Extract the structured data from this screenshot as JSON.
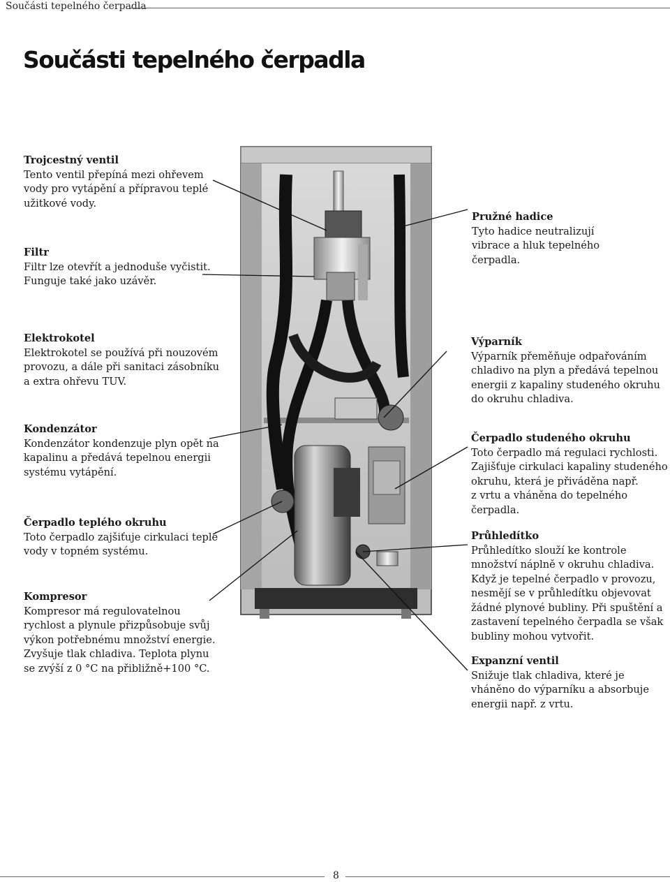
{
  "header": {
    "running_title": "Součásti tepelného čerpadla"
  },
  "page_title": "Součásti tepelného čerpadla",
  "components_left": [
    {
      "title": "Trojcestný ventil",
      "lines": [
        "Tento ventil přepíná mezi ohřevem",
        "vody pro vytápění a přípravou teplé",
        "užitkové vody."
      ]
    },
    {
      "title": "Filtr",
      "lines": [
        "Filtr lze otevřít a jednoduše vyčistit.",
        "Funguje také jako uzávěr."
      ]
    },
    {
      "title": "Elektrokotel",
      "lines": [
        "Elektrokotel se používá při nouzovém",
        "provozu, a dále při sanitaci zásobníku",
        "a extra ohřevu TUV."
      ]
    },
    {
      "title": "Kondenzátor",
      "lines": [
        "Kondenzátor kondenzuje plyn opět na",
        "kapalinu a předává tepelnou energii",
        "systému vytápění."
      ]
    },
    {
      "title": "Čerpadlo teplého okruhu",
      "lines": [
        "Toto čerpadlo zajšiťuje cirkulaci teplé",
        "vody v topném systému."
      ]
    },
    {
      "title": "Kompresor",
      "lines": [
        "Kompresor má regulovatelnou",
        "rychlost a plynule přizpůsobuje svůj",
        "výkon potřebnému množství energie.",
        "Zvyšuje tlak chladiva. Teplota plynu",
        "se zvýší z 0 °C na přibližně+100 °C."
      ]
    }
  ],
  "components_right": [
    {
      "title": "Pružné hadice",
      "lines": [
        "Tyto hadice neutralizují",
        "vibrace a hluk tepelného",
        "čerpadla."
      ]
    },
    {
      "title": "Výparník",
      "lines": [
        "Výparník přeměňuje odpařováním",
        "chladivo na plyn a předává tepelnou",
        "energii z kapaliny studeného okruhu",
        "do okruhu chladiva."
      ]
    },
    {
      "title": "Čerpadlo studeného okruhu",
      "lines": [
        "Toto čerpadlo má regulaci rychlosti.",
        "Zajišťuje cirkulaci kapaliny studeného",
        "okruhu, která je přiváděna např.",
        "z vrtu a vháněna do tepelného",
        "čerpadla."
      ]
    },
    {
      "title": "Průhledítko",
      "lines": [
        "Průhledítko slouží ke kontrole",
        "množství náplně v okruhu chladiva.",
        "Když je tepelné čerpadlo v provozu,",
        "nesmějí se v průhledítku objevovat",
        "žádné plynové bubliny. Při spuštění a",
        "zastavení tepelného čerpadla se však",
        "bubliny mohou vytvořit."
      ]
    },
    {
      "title": "Expanzní ventil",
      "lines": [
        "Snižuje tlak chladiva, které je",
        "vháněno do výparníku a absorbuje",
        "energii např. z vrtu."
      ]
    }
  ],
  "footer": {
    "page_number": "8"
  }
}
